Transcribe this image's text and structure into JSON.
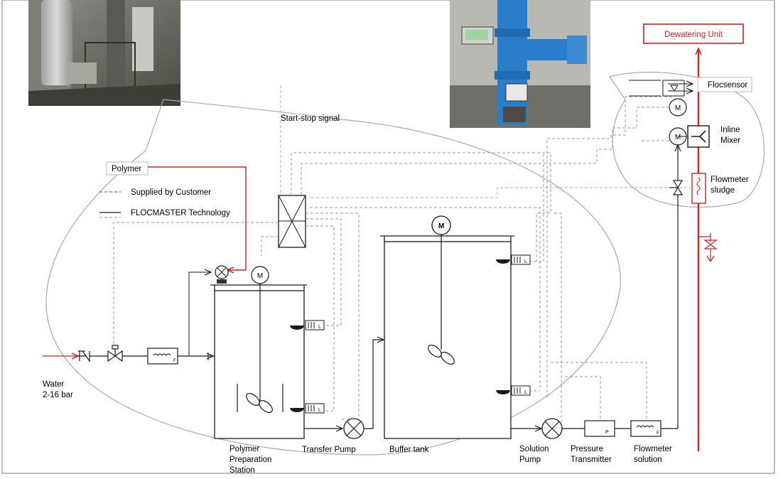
{
  "labels": {
    "dewatering_unit": "Dewatering Unit",
    "flocsensor": "Flocsensor",
    "inline_mixer_1": "Inline",
    "inline_mixer_2": "Mixer",
    "flowmeter_sludge_1": "Flowmeter",
    "flowmeter_sludge_2": "sludge",
    "start_stop": "Start-stop signal",
    "polymer": "Polymer",
    "legend_customer": "Supplied by Customer",
    "legend_flocmaster": "FLOCMASTER Technology",
    "water_1": "Water",
    "water_2": "2-16 bar",
    "polymer_station_1": "Polymer",
    "polymer_station_2": "Preparation",
    "polymer_station_3": "Station",
    "transfer_pump": "Transfer Pump",
    "buffer_tank": "Buffer tank",
    "solution_pump_1": "Solution",
    "solution_pump_2": "Pump",
    "pressure_tx_1": "Pressure",
    "pressure_tx_2": "Transmitter",
    "flowmeter_solution_1": "Flowmeter",
    "flowmeter_solution_2": "solution"
  },
  "symbols": {
    "motor": "M",
    "flowmeter_tag": "F",
    "pressure_tag": "P",
    "level_tag": "L"
  },
  "colors": {
    "red": "#d42020",
    "pink_dashed": "#e59a9a",
    "gray_dashed": "#9a9a9a",
    "line": "#1a1a1a",
    "frame": "#777777",
    "pipe_blue": "#2a7ec9"
  },
  "icons": [
    "motor-icon",
    "pump-icon",
    "valve-icon",
    "mixer-blade-icon",
    "level-switch-icon",
    "flowmeter-icon",
    "control-cabinet-icon",
    "arrow-icon"
  ]
}
